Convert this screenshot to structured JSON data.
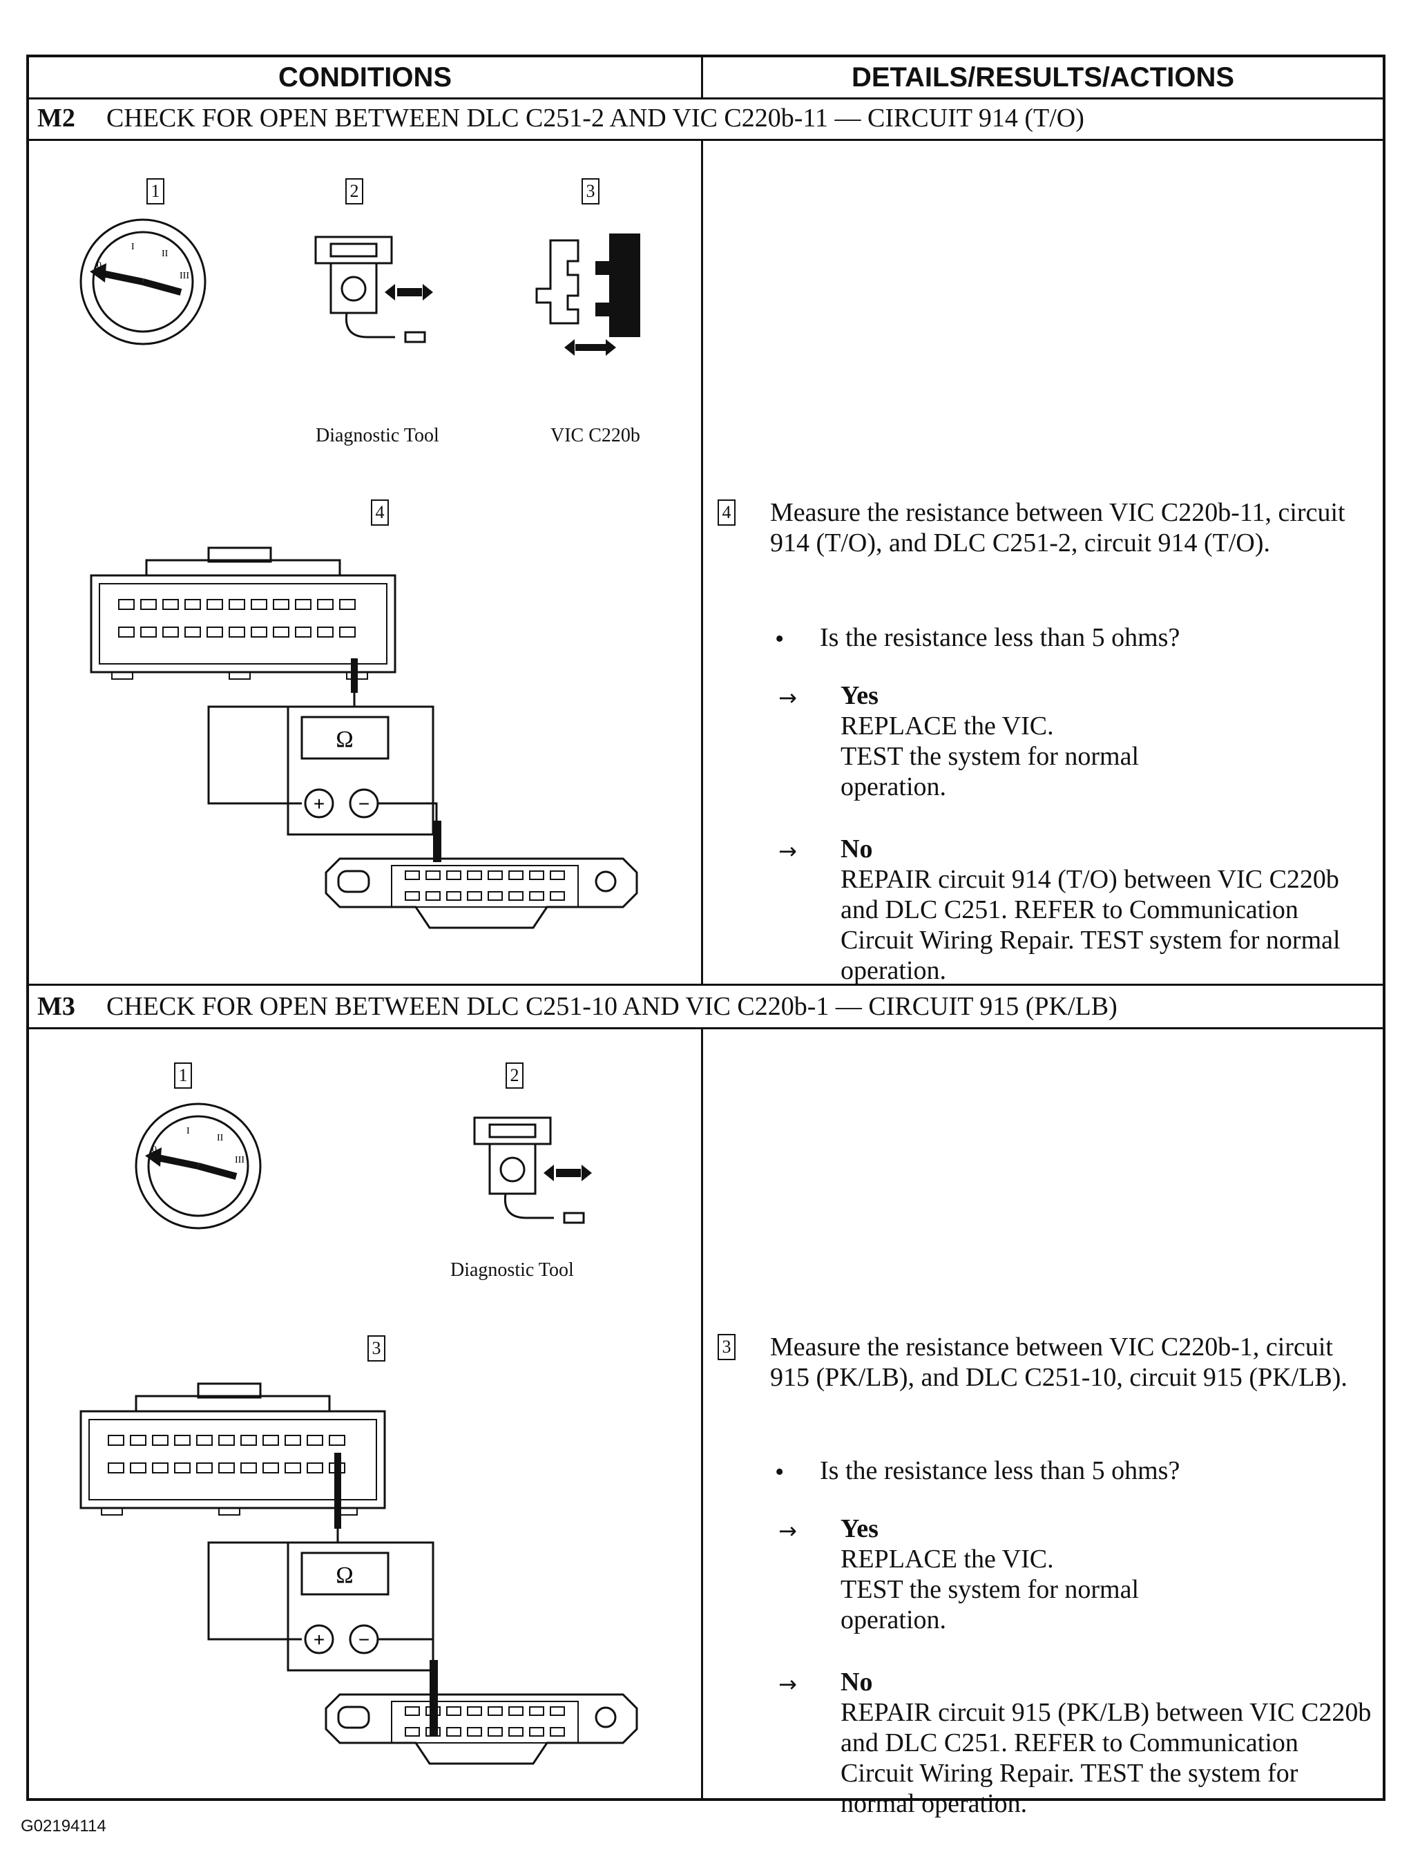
{
  "header": {
    "conditions": "CONDITIONS",
    "details": "DETAILS/RESULTS/ACTIONS"
  },
  "m2": {
    "code": "M2",
    "title": "CHECK FOR OPEN BETWEEN DLC C251-2 AND VIC C220b-11 — CIRCUIT 914 (T/O)",
    "fig_nums": [
      "1",
      "2",
      "3",
      "4"
    ],
    "caption_tool": "Diagnostic Tool",
    "caption_vic": "VIC C220b",
    "step_num": "4",
    "instruction": "Measure the resistance between VIC C220b-11, circuit 914 (T/O), and DLC C251-2, circuit 914 (T/O).",
    "question": "Is the resistance less than 5 ohms?",
    "yes_label": "Yes",
    "yes_text_1": "REPLACE the VIC.",
    "yes_text_2": "TEST the system for normal operation.",
    "no_label": "No",
    "no_text": "REPAIR circuit 914 (T/O) between VIC C220b and DLC C251. REFER to Communication Circuit Wiring Repair. TEST system for normal operation."
  },
  "m3": {
    "code": "M3",
    "title": "CHECK FOR OPEN BETWEEN DLC C251-10 AND VIC C220b-1 — CIRCUIT 915 (PK/LB)",
    "fig_nums": [
      "1",
      "2",
      "3"
    ],
    "caption_tool": "Diagnostic Tool",
    "step_num": "3",
    "instruction": "Measure the resistance between VIC C220b-1, circuit 915 (PK/LB), and DLC C251-10, circuit 915 (PK/LB).",
    "question": "Is the resistance less than 5 ohms?",
    "yes_label": "Yes",
    "yes_text_1": "REPLACE the VIC.",
    "yes_text_2": "TEST the system for normal operation.",
    "no_label": "No",
    "no_text": "REPAIR circuit 915 (PK/LB) between VIC C220b and DLC C251. REFER to Communication Circuit Wiring Repair. TEST the system for normal operation."
  },
  "meter_symbol": "Ω",
  "plus_symbol": "+",
  "minus_symbol": "−",
  "bullet": "•",
  "arrow": "→",
  "icons": [
    "ignition-switch-icon",
    "diagnostic-tool-icon",
    "connector-disconnect-icon",
    "ohmmeter-icon",
    "dlc-connector-icon",
    "vic-connector-icon"
  ],
  "footer_code": "G02194114"
}
